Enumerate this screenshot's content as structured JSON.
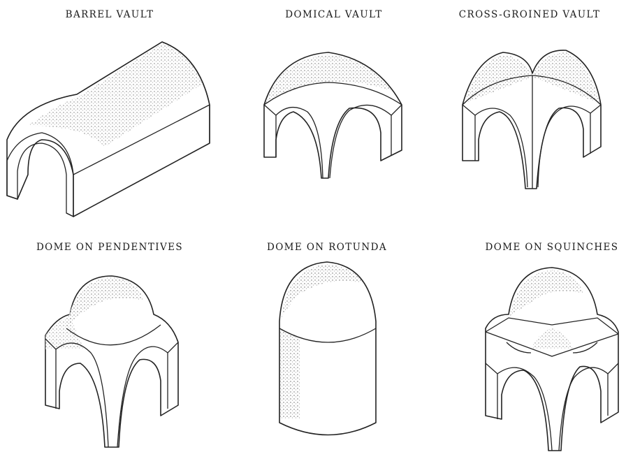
{
  "captions": {
    "barrel": "BARREL VAULT",
    "domical": "DOMICAL VAULT",
    "cross_groined": "CROSS-GROINED VAULT",
    "pendentives": "DOME ON PENDENTIVES",
    "rotunda": "DOME ON ROTUNDA",
    "squinches": "DOME ON SQUINCHES"
  }
}
